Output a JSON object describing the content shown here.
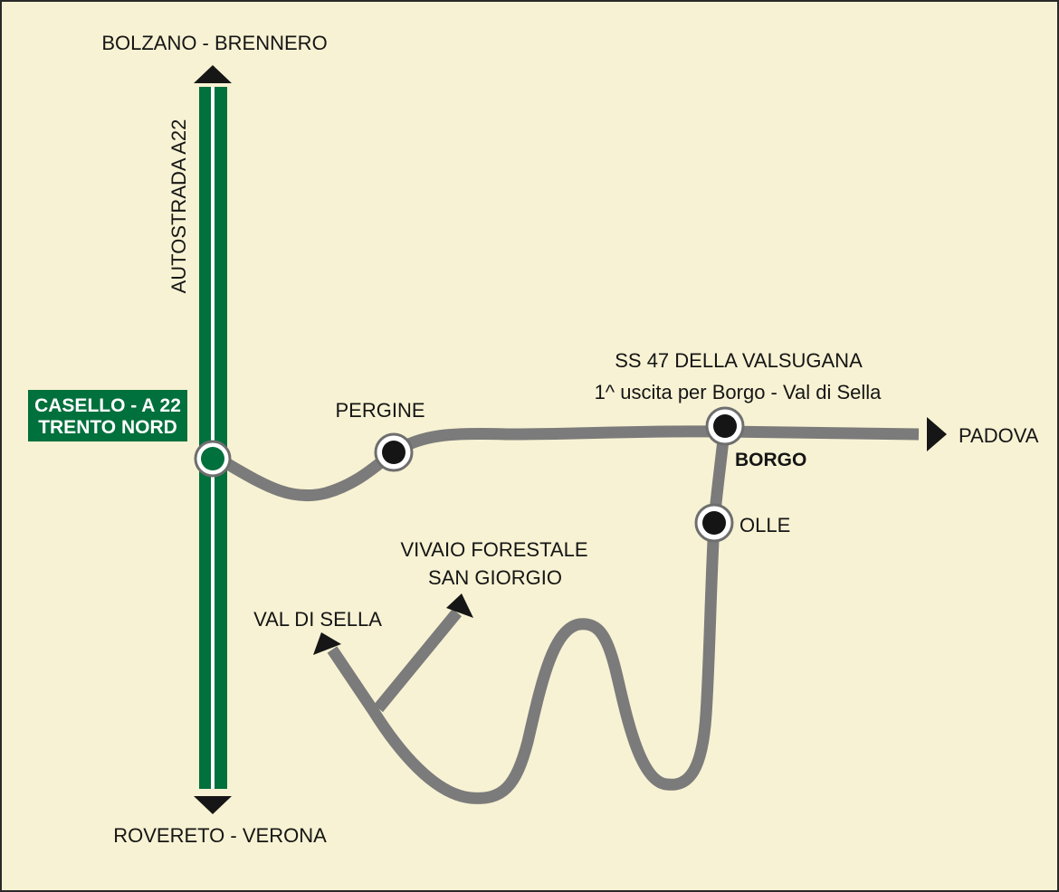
{
  "title": "",
  "highway": {
    "name": "AUTOSTRADA A22",
    "north_destination": "BOLZANO - BRENNERO",
    "south_destination": "ROVERETO - VERONA",
    "color": "#00703c"
  },
  "toll_booth": {
    "line1": "CASELLO - A 22",
    "line2": "TRENTO NORD",
    "color": "#00703c"
  },
  "main_road": {
    "name": "SS 47 DELLA VALSUGANA",
    "exit_note": "1^ uscita per Borgo - Val di Sella",
    "east_destination": "PADOVA",
    "color": "#7b7b7b"
  },
  "places": {
    "pergine": "PERGINE",
    "borgo": "BORGO",
    "olle": "OLLE",
    "vivaio_line1": "VIVAIO FORESTALE",
    "vivaio_line2": "SAN GIORGIO",
    "val_di_sella": "VAL DI SELLA"
  },
  "colors": {
    "background": "#f7f2d3",
    "road": "#7b7b7b",
    "highway": "#00703c",
    "node": "#151515"
  },
  "icons": [
    "arrow-up-icon",
    "arrow-down-icon",
    "arrow-right-icon",
    "town-marker-icon"
  ]
}
